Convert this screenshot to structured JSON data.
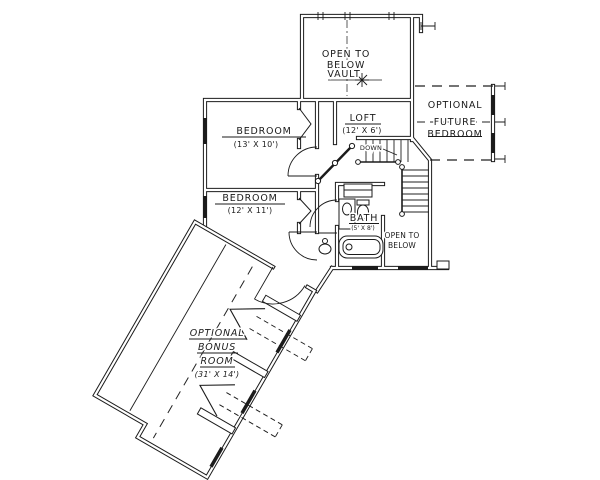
{
  "plan": {
    "background": "#ffffff",
    "ink": "#1b1b1b",
    "vault": {
      "open1": "OPEN TO",
      "open2": "BELOW",
      "label": "VAULT"
    },
    "bedroom1": {
      "name": "BEDROOM",
      "dims": "(13' X 10')"
    },
    "bedroom2": {
      "name": "BEDROOM",
      "dims": "(12' X 11')"
    },
    "loft": {
      "name": "LOFT",
      "dims": "(12' X 6')"
    },
    "stairs": {
      "down": "DOWN"
    },
    "future_bedroom": {
      "line1": "OPTIONAL",
      "line2": "FUTURE",
      "line3": "BEDROOM"
    },
    "bath": {
      "name": "BATH",
      "dims": "(5' X 8')"
    },
    "open_below": {
      "line1": "OPEN TO",
      "line2": "BELOW"
    },
    "bonus": {
      "line1": "OPTIONAL",
      "line2": "BONUS",
      "line3": "ROOM",
      "dims": "(31' X 14')"
    }
  }
}
